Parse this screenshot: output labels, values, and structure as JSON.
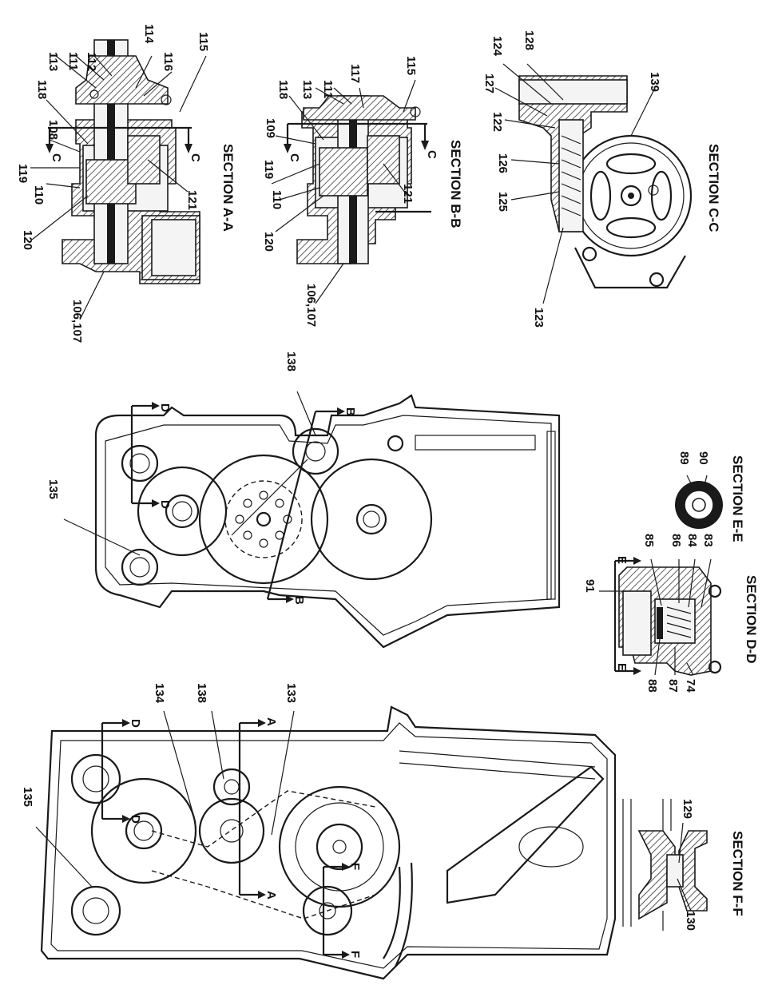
{
  "sections": {
    "aa": {
      "title": "SECTION A-A",
      "refs": [
        "113",
        "111",
        "112",
        "114",
        "116",
        "115",
        "118",
        "108",
        "C",
        "119",
        "110",
        "120",
        "121",
        "C",
        "106,107"
      ]
    },
    "bb": {
      "title": "SECTION B-B",
      "refs": [
        "118",
        "113",
        "111",
        "117",
        "115",
        "109",
        "C",
        "119",
        "110",
        "120",
        "121",
        "C",
        "106,107"
      ]
    },
    "cc": {
      "title": "SECTION C-C",
      "refs": [
        "124",
        "128",
        "127",
        "122",
        "126",
        "125",
        "139",
        "123"
      ]
    },
    "dd": {
      "title": "SECTION D-D",
      "refs": [
        "91",
        "E",
        "85",
        "86",
        "84",
        "83",
        "E",
        "88",
        "87",
        "74"
      ]
    },
    "ee": {
      "title": "SECTION E-E",
      "refs": [
        "89",
        "90"
      ]
    },
    "ff": {
      "title": "SECTION F-F",
      "refs": [
        "129",
        "130"
      ]
    }
  },
  "middle_view": {
    "refs": [
      "135",
      "138",
      "D",
      "D",
      "B",
      "B"
    ]
  },
  "left_view": {
    "refs": [
      "135",
      "134",
      "138",
      "133",
      "D",
      "D",
      "A",
      "A",
      "F",
      "F"
    ]
  }
}
